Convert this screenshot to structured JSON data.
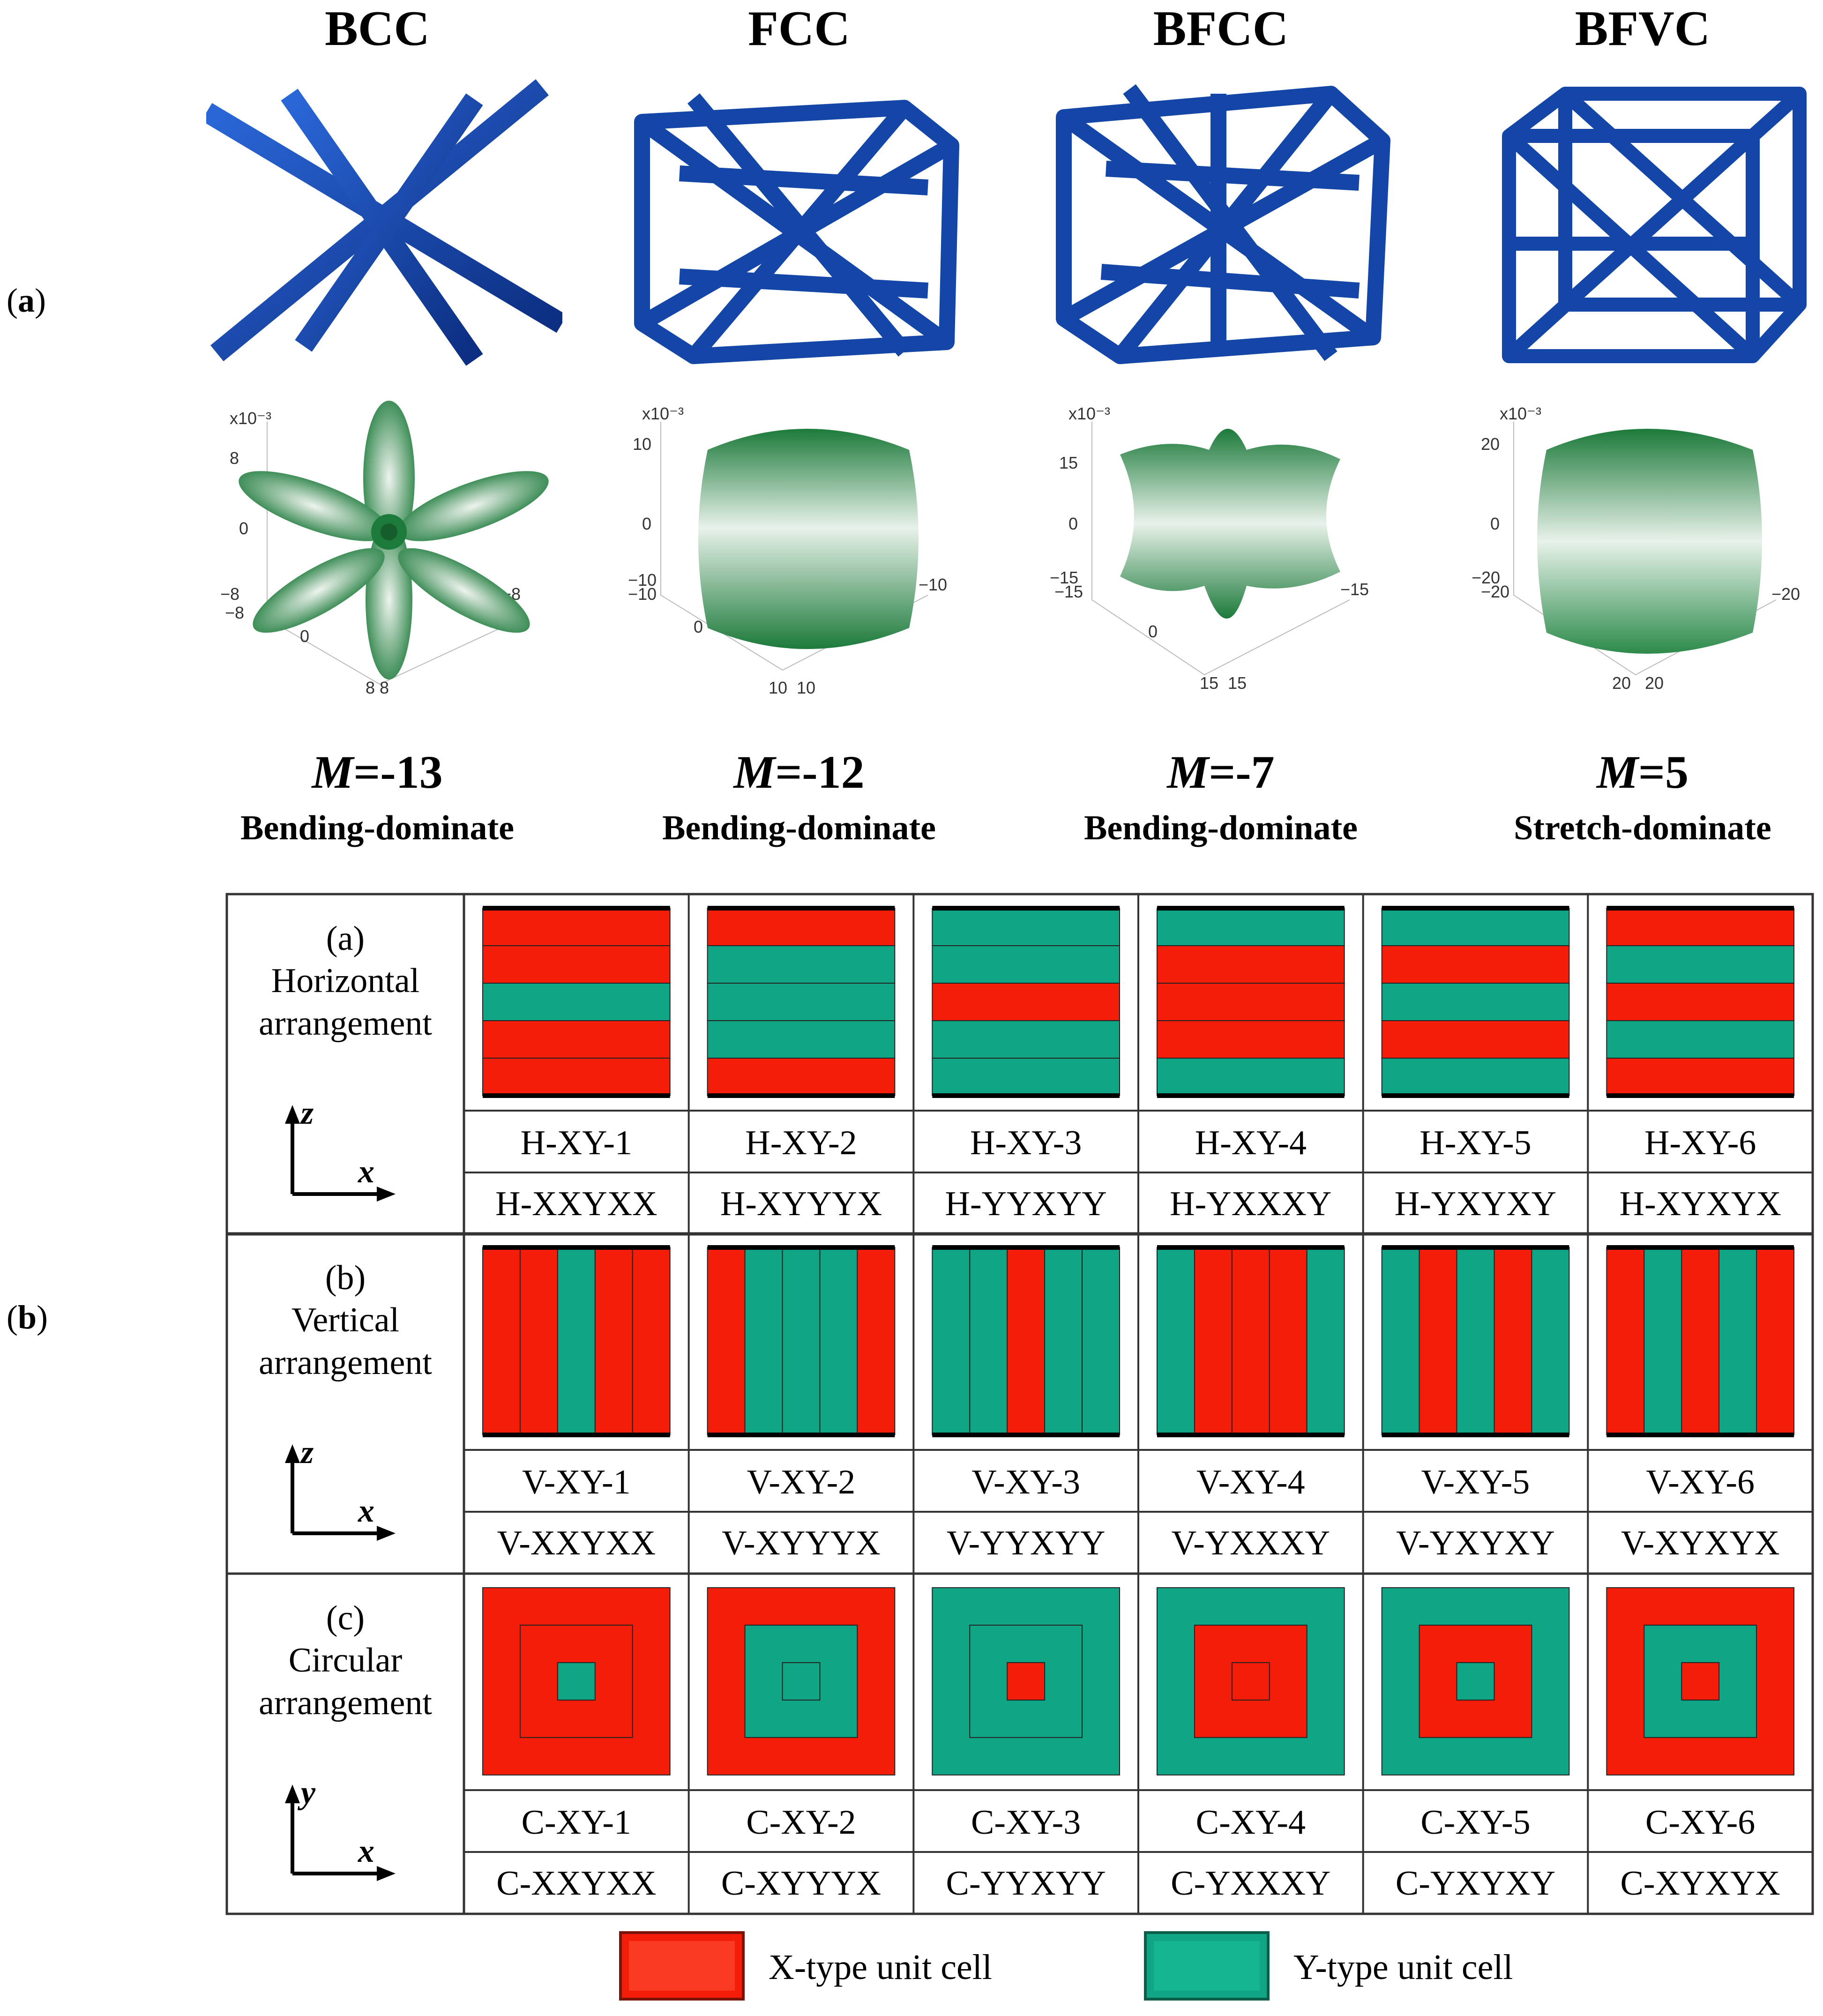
{
  "colors": {
    "x_type": "#f41d0a",
    "y_type": "#10a585",
    "lattice_blue": "#1446a8",
    "surface_green": "#1e7a3a"
  },
  "panel_a_tag": "a",
  "panel_b_tag": "b",
  "lattices": [
    {
      "name": "BCC",
      "M": "=-13",
      "type": "Bending-dominate",
      "scale": "x10⁻³",
      "ticks": [
        "8",
        "0",
        "−8",
        "−8",
        "0",
        "8",
        "8",
        "−8"
      ]
    },
    {
      "name": "FCC",
      "M": "=-12",
      "type": "Bending-dominate",
      "scale": "x10⁻³",
      "ticks": [
        "10",
        "0",
        "−10",
        "−10",
        "0",
        "10",
        "10",
        "−10"
      ]
    },
    {
      "name": "BFCC",
      "M": "=-7",
      "type": "Bending-dominate",
      "scale": "x10⁻³",
      "ticks": [
        "15",
        "0",
        "−15",
        "−15",
        "0",
        "15",
        "15",
        "−15"
      ]
    },
    {
      "name": "BFVC",
      "M": "=5",
      "type": "Stretch-dominate",
      "scale": "x10⁻³",
      "ticks": [
        "20",
        "0",
        "−20",
        "−20",
        "0",
        "20",
        "20",
        "−20"
      ]
    }
  ],
  "m_symbol": "M",
  "rows": [
    {
      "tag": "(a)",
      "line1": "Horizontal",
      "line2": "arrangement",
      "axis_v": "z",
      "axis_h": "x",
      "kind": "H",
      "designs": [
        {
          "id": "H-XY-1",
          "code": "H-XXYXX"
        },
        {
          "id": "H-XY-2",
          "code": "H-XYYYX"
        },
        {
          "id": "H-XY-3",
          "code": "H-YYXYY"
        },
        {
          "id": "H-XY-4",
          "code": "H-YXXXY"
        },
        {
          "id": "H-XY-5",
          "code": "H-YXYXY"
        },
        {
          "id": "H-XY-6",
          "code": "H-XYXYX"
        }
      ]
    },
    {
      "tag": "(b)",
      "line1": "Vertical",
      "line2": "arrangement",
      "axis_v": "z",
      "axis_h": "x",
      "kind": "V",
      "designs": [
        {
          "id": "V-XY-1",
          "code": "V-XXYXX"
        },
        {
          "id": "V-XY-2",
          "code": "V-XYYYX"
        },
        {
          "id": "V-XY-3",
          "code": "V-YYXYY"
        },
        {
          "id": "V-XY-4",
          "code": "V-YXXXY"
        },
        {
          "id": "V-XY-5",
          "code": "V-YXYXY"
        },
        {
          "id": "V-XY-6",
          "code": "V-XYXYX"
        }
      ]
    },
    {
      "tag": "(c)",
      "line1": "Circular",
      "line2": "arrangement",
      "axis_v": "y",
      "axis_h": "x",
      "kind": "C",
      "designs": [
        {
          "id": "C-XY-1",
          "code": "C-XXYXX"
        },
        {
          "id": "C-XY-2",
          "code": "C-XYYYX"
        },
        {
          "id": "C-XY-3",
          "code": "C-YYXYY"
        },
        {
          "id": "C-XY-4",
          "code": "C-YXXXY"
        },
        {
          "id": "C-XY-5",
          "code": "C-YXYXY"
        },
        {
          "id": "C-XY-6",
          "code": "C-XYXYX"
        }
      ]
    }
  ],
  "legend": {
    "x_label": "X-type unit cell",
    "y_label": "Y-type unit cell"
  }
}
